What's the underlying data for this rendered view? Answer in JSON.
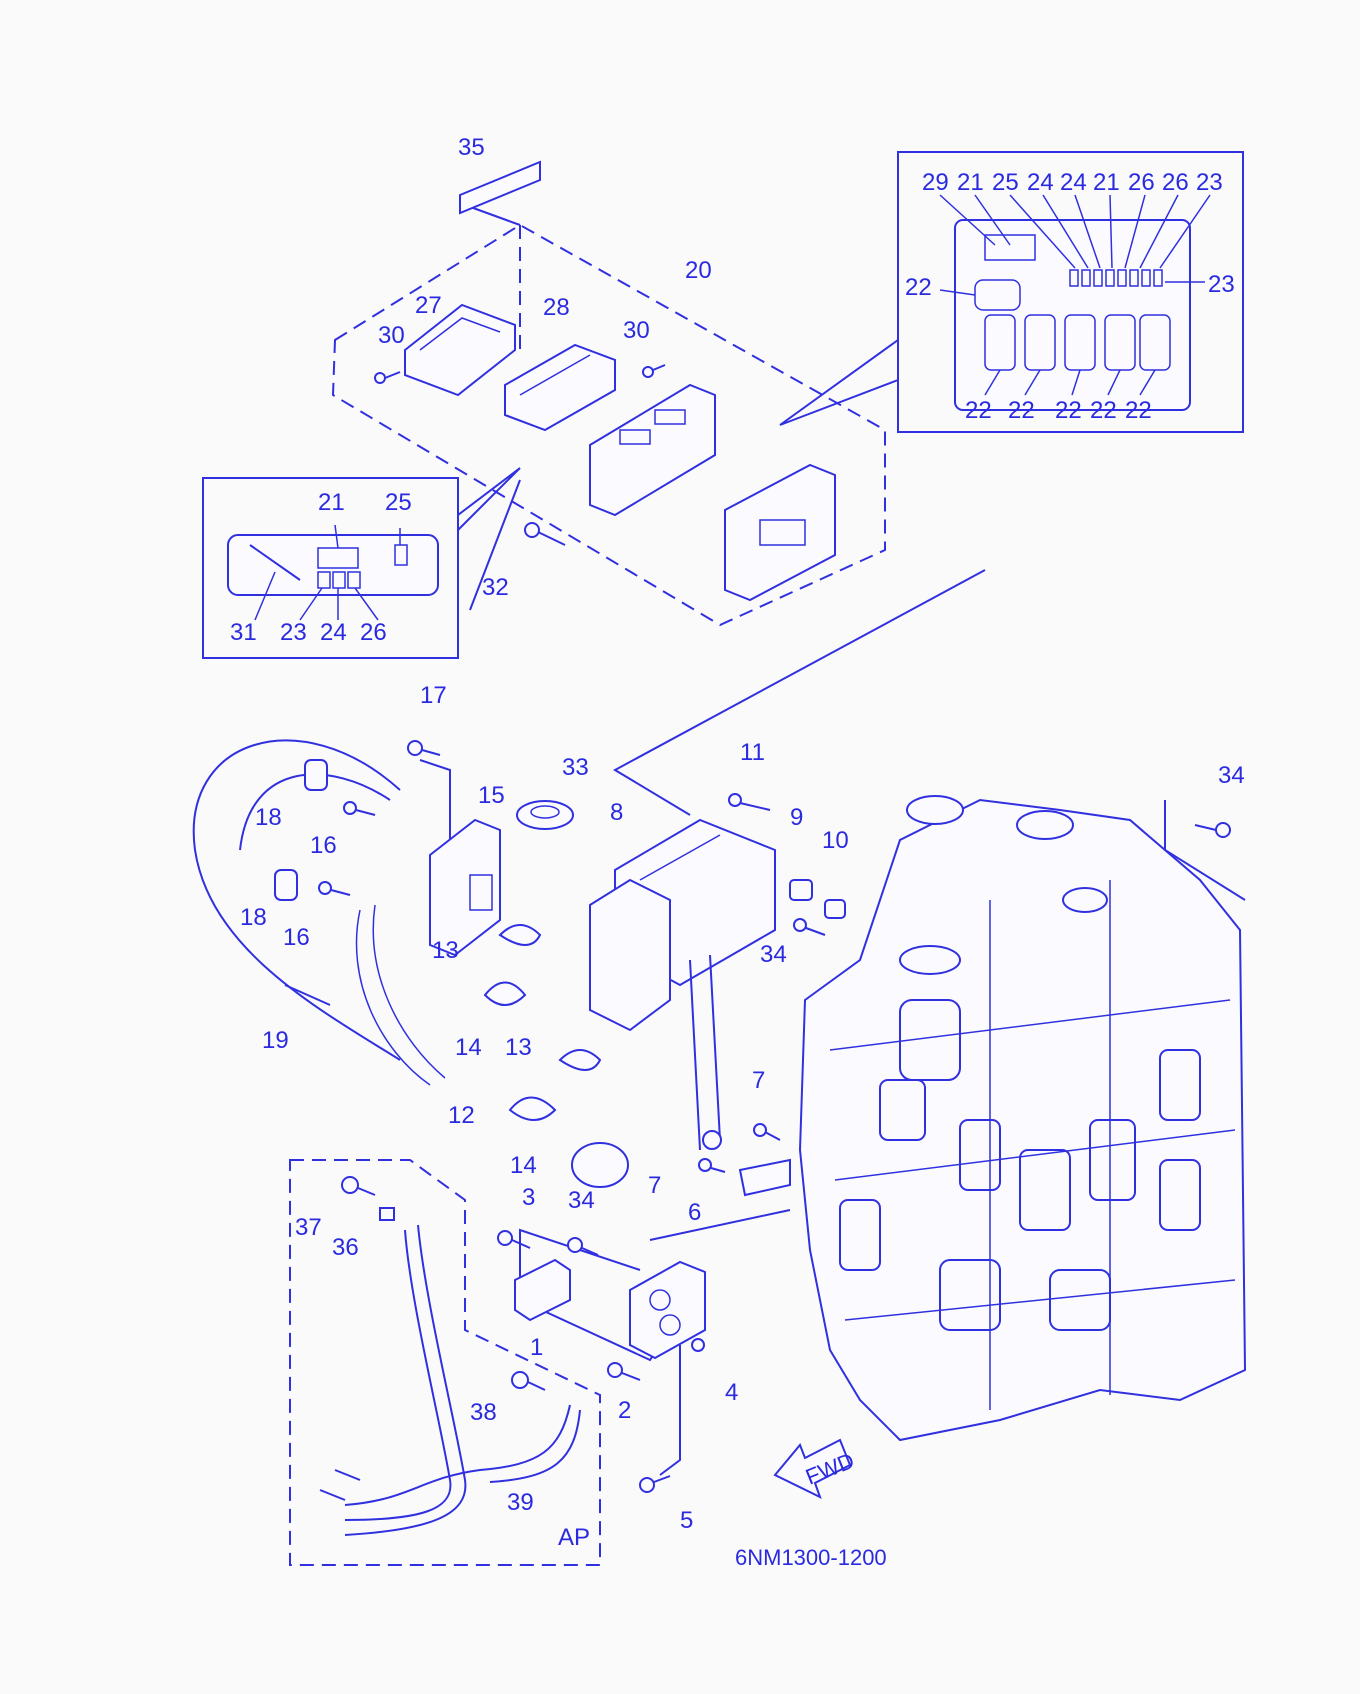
{
  "diagram": {
    "part_code": "6NM1300-1200",
    "direction_arrow": "FWD",
    "ap_region_label": "AP",
    "colors": {
      "line": "#3030e0",
      "text": "#2a2ae0",
      "background": "#fafafa"
    },
    "callouts_main": [
      "35",
      "20",
      "27",
      "28",
      "30",
      "30",
      "32",
      "17",
      "15",
      "33",
      "8",
      "11",
      "9",
      "10",
      "34",
      "18",
      "16",
      "18",
      "16",
      "13",
      "13",
      "14",
      "19",
      "12",
      "14",
      "7",
      "7",
      "6",
      "3",
      "34",
      "1",
      "2",
      "4",
      "5",
      "37",
      "36",
      "38",
      "39",
      "34"
    ],
    "callouts_inset_left": [
      "21",
      "25",
      "31",
      "23",
      "24",
      "26"
    ],
    "callouts_inset_right_top": [
      "29",
      "21",
      "25",
      "24",
      "24",
      "21",
      "26",
      "26",
      "23"
    ],
    "callouts_inset_right_side": [
      "22",
      "23"
    ],
    "callouts_inset_right_bottom": [
      "22",
      "22",
      "22",
      "22",
      "22"
    ]
  }
}
